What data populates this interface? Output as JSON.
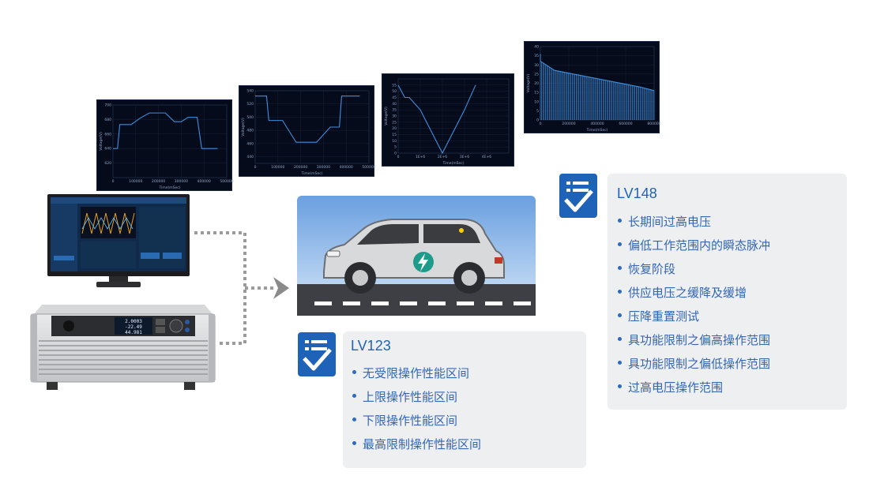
{
  "colors": {
    "accent_blue": "#1f63b8",
    "item_blue": "#3366b3",
    "box_bg": "#eeeff1",
    "wave_bg": "#050b1a",
    "wave_line": "#3f8fe0",
    "connector_gray": "#9b9b9b"
  },
  "standards": [
    {
      "title": "LV123",
      "items": [
        "无受限操作性能区间",
        "上限操作性能区间",
        "下限操作性能区间",
        "最高限制操作性能区间"
      ]
    },
    {
      "title": "LV148",
      "items": [
        "长期间过高电压",
        "偏低工作范围内的瞬态脉冲",
        "恢复阶段",
        "供应电压之缓降及缓增",
        "压降重置测试",
        "具功能限制之偏高操作范围",
        "具功能限制之偏低操作范围",
        "过高电压操作范围"
      ]
    }
  ],
  "icons": {
    "checklist": "checklist-icon",
    "ev_badge": "lightning-bolt-icon"
  },
  "device": {
    "display_values": [
      "2.0003",
      "-22.49",
      "44.981"
    ]
  },
  "chart_data": [
    {
      "type": "line",
      "xlabel": "Time(mSec)",
      "ylabel": "Voltage(V)",
      "xlim": [
        0,
        500000
      ],
      "ylim": [
        600,
        700
      ],
      "x_ticks": [
        0,
        100000,
        200000,
        300000,
        400000,
        500000
      ],
      "y_ticks": [
        620,
        640,
        660,
        680,
        700
      ],
      "x_tick_labels": [
        "0",
        "100000",
        "200000",
        "300000",
        "400000",
        "500000"
      ],
      "y_tick_labels": [
        "620",
        "640",
        "660",
        "680",
        "700"
      ],
      "x": [
        0,
        20000,
        30000,
        80000,
        120000,
        160000,
        190000,
        230000,
        270000,
        300000,
        330000,
        370000,
        390000,
        420000,
        430000,
        460000
      ],
      "y": [
        640,
        640,
        673,
        673,
        682,
        689,
        689,
        689,
        677,
        677,
        683,
        683,
        640,
        640,
        640,
        640
      ]
    },
    {
      "type": "line",
      "xlabel": "Time(mSec)",
      "ylabel": "Voltage(V)",
      "xlim": [
        0,
        500000
      ],
      "ylim": [
        430,
        540
      ],
      "x_ticks": [
        0,
        100000,
        200000,
        300000,
        400000,
        500000
      ],
      "y_ticks": [
        440,
        460,
        480,
        500,
        520,
        540
      ],
      "x_tick_labels": [
        "0",
        "100000",
        "200000",
        "300000",
        "400000",
        "500000"
      ],
      "y_tick_labels": [
        "440",
        "460",
        "480",
        "500",
        "520",
        "540"
      ],
      "x": [
        0,
        50000,
        60000,
        120000,
        180000,
        230000,
        270000,
        330000,
        370000,
        380000,
        410000,
        420000,
        460000
      ],
      "y": [
        532,
        532,
        495,
        495,
        462,
        462,
        462,
        485,
        485,
        532,
        532,
        532,
        532
      ]
    },
    {
      "type": "line",
      "xlabel": "Time(mSec)",
      "ylabel": "Voltage(V)",
      "xlim": [
        0,
        5000000
      ],
      "ylim": [
        0,
        60
      ],
      "x_ticks": [
        0,
        1000000,
        2000000,
        3000000,
        4000000
      ],
      "y_ticks": [
        0,
        5,
        10,
        15,
        20,
        25,
        30,
        35,
        40,
        45,
        50,
        55
      ],
      "x_tick_labels": [
        "0",
        "1E+6",
        "2E+6",
        "3E+6",
        "4E+6"
      ],
      "y_tick_labels": [
        "0",
        "5",
        "10",
        "15",
        "20",
        "25",
        "30",
        "35",
        "40",
        "45",
        "50",
        "55"
      ],
      "x": [
        0,
        300000,
        500000,
        1000000,
        2000000,
        3000000,
        3500000
      ],
      "y": [
        55,
        45,
        45,
        35,
        0,
        35,
        55
      ]
    },
    {
      "type": "line",
      "xlabel": "Time(mSec)",
      "ylabel": "Voltage(V)",
      "xlim": [
        0,
        800000
      ],
      "ylim": [
        0,
        40
      ],
      "x_ticks": [
        0,
        200000,
        400000,
        600000,
        800000
      ],
      "y_ticks": [
        0,
        5,
        10,
        15,
        20,
        25,
        30,
        35,
        40
      ],
      "x_tick_labels": [
        "0",
        "200000",
        "400000",
        "600000",
        "800000"
      ],
      "y_tick_labels": [
        "0",
        "5",
        "10",
        "15",
        "20",
        "25",
        "30",
        "35",
        "40"
      ],
      "x": [
        0,
        100000,
        300000,
        500000,
        700000,
        800000
      ],
      "y": [
        32,
        27,
        24,
        21,
        18,
        16
      ],
      "pulse_bottom": 0,
      "pulse_top": 36
    }
  ]
}
